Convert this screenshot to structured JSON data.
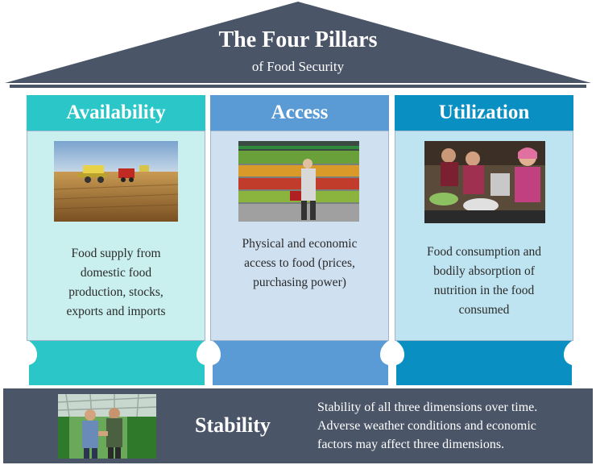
{
  "roof": {
    "title": "The Four Pillars",
    "subtitle": "of Food Security"
  },
  "pillars": [
    {
      "title": "Availability",
      "text_lines": [
        "Food supply from",
        "domestic food",
        "production, stocks,",
        "exports and imports"
      ],
      "header_color": "#2bc6c8",
      "body_color": "#c9efef",
      "foot_color": "#2bc6c8"
    },
    {
      "title": "Access",
      "text_lines": [
        "Physical and economic",
        "access to food (prices,",
        "purchasing power)"
      ],
      "header_color": "#5b9bd5",
      "body_color": "#cfe0f1",
      "foot_color": "#5b9bd5"
    },
    {
      "title": "Utilization",
      "text_lines": [
        "Food consumption and",
        "bodily absorption of",
        "nutrition in the food",
        "consumed"
      ],
      "header_color": "#0a8fc2",
      "body_color": "#bfe4f1",
      "foot_color": "#0a8fc2"
    }
  ],
  "base": {
    "title": "Stability",
    "text_lines": [
      "Stability of all three dimensions over time.",
      "Adverse weather conditions and economic",
      "factors may affect three dimensions."
    ],
    "color": "#4b5568"
  },
  "colors": {
    "roof": "#4b5568",
    "roof_line": "#3d4556"
  },
  "icons": {
    "availability_photo": "combine-harvester-photo",
    "access_photo": "supermarket-produce-photo",
    "utilization_photo": "women-cooking-photo",
    "stability_photo": "greenhouse-farmers-photo"
  }
}
